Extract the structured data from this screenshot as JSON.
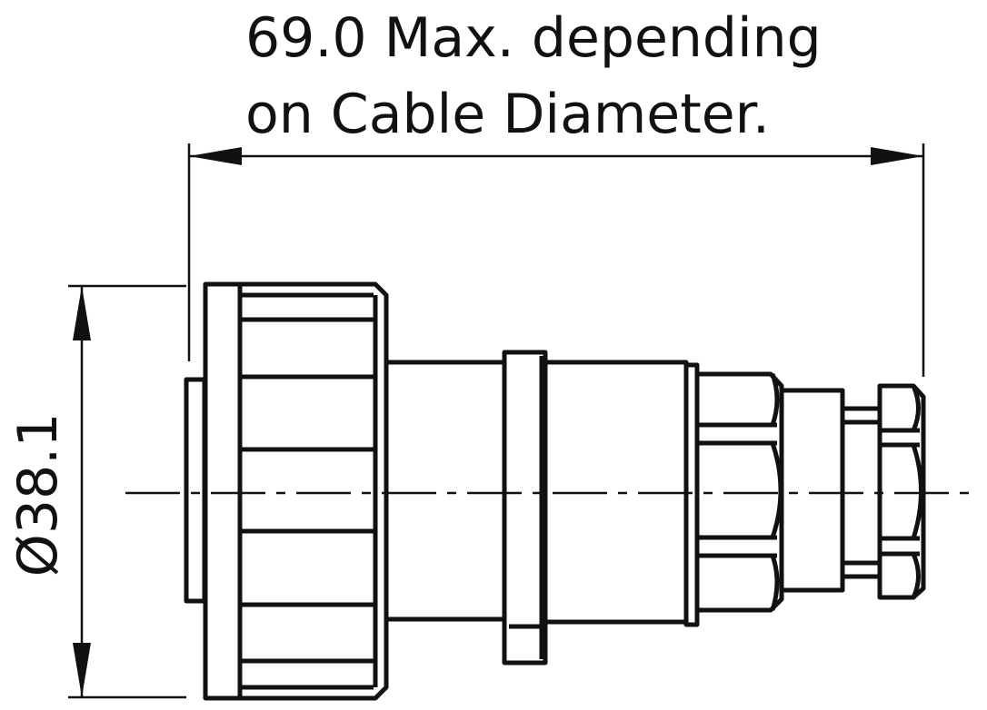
{
  "annotations": {
    "length_line1": "69.0 Max. depending",
    "length_line2": "on Cable Diameter.",
    "diameter": "Ø38.1"
  },
  "colors": {
    "ink": "#111111",
    "background": "#ffffff"
  }
}
